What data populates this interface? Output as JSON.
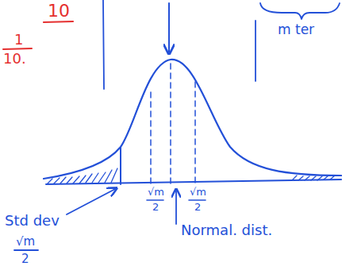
{
  "diagram": {
    "labels": [
      "10",
      "1",
      "10.",
      "m ter",
      "√m",
      "2",
      "√m",
      "2",
      "Std dev",
      "√m",
      "2",
      "Normal. dist."
    ]
  }
}
